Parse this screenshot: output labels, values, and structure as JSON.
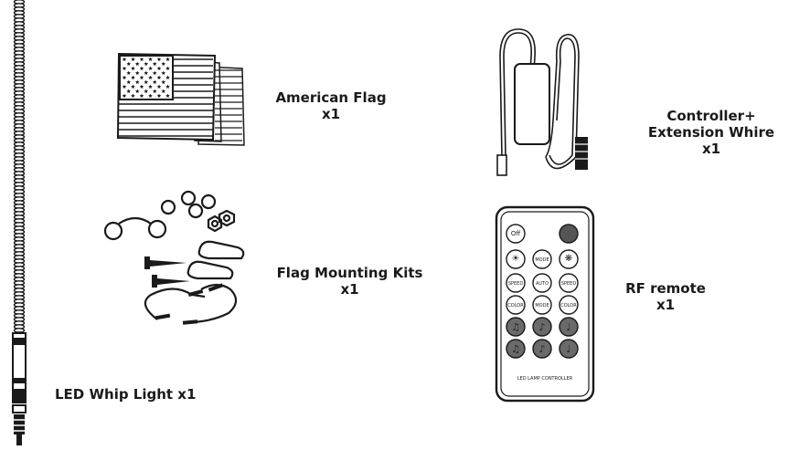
{
  "items": {
    "flag": {
      "name": "American Flag",
      "qty": "x1"
    },
    "controller": {
      "line1": "Controller+",
      "line2": "Extension Whire",
      "qty": "x1"
    },
    "mounting": {
      "name": "Flag Mounting Kits",
      "qty": "x1"
    },
    "remote": {
      "name": "RF remote",
      "qty": "x1"
    },
    "whip": {
      "name": "LED Whip Light x1"
    }
  },
  "remote_buttons": {
    "off": "Off",
    "mode": "MODE",
    "speed_up": "SPEED",
    "auto": "AUTO",
    "speed_down": "SPEED",
    "color_up": "COLOR",
    "mode_down": "MODE",
    "color_down": "COLOR",
    "footer": "LED LAMP CONTROLLER"
  },
  "colors": {
    "ink": "#1a1a1a",
    "button_dark": "#555555",
    "background": "#ffffff"
  }
}
